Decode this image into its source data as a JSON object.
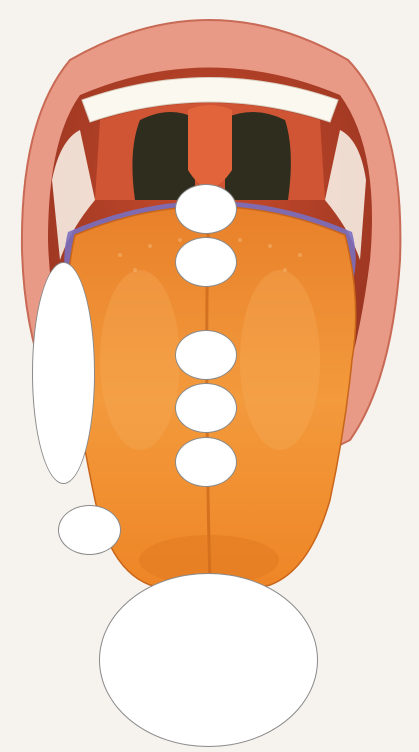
{
  "diagram": {
    "colors": {
      "background": "#f6f3ee",
      "lips": "#e89a86",
      "lip_outline": "#c86a55",
      "mouth_interior": "#b8442a",
      "palate": "#d15a3a",
      "uvula": "#e2643a",
      "throat": "#2a2a1c",
      "teeth": "#fbf8ef",
      "tongue": "#f08a2e",
      "tongue_shadow": "#d9701e",
      "tongue_edge": "#7a6fbf",
      "bubble_fill": "#ffffff",
      "bubble_border": "#8a8a8a"
    },
    "labels": [
      {
        "id": "bubble-1",
        "text": ""
      },
      {
        "id": "bubble-2",
        "text": ""
      },
      {
        "id": "bubble-3",
        "text": ""
      },
      {
        "id": "bubble-4",
        "text": ""
      },
      {
        "id": "bubble-5",
        "text": ""
      },
      {
        "id": "bubble-6",
        "text": ""
      },
      {
        "id": "bubble-7",
        "text": ""
      },
      {
        "id": "bubble-8",
        "text": ""
      }
    ]
  }
}
